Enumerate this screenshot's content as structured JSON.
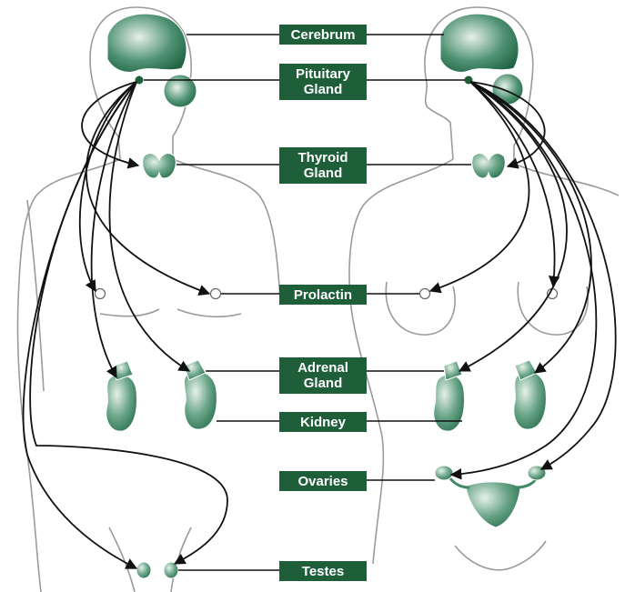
{
  "labels": {
    "cerebrum": "Cerebrum",
    "pituitary_line1": "Pituitary",
    "pituitary_line2": "Gland",
    "thyroid_line1": "Thyroid",
    "thyroid_line2": "Gland",
    "prolactin": "Prolactin",
    "adrenal_line1": "Adrenal",
    "adrenal_line2": "Gland",
    "kidney": "Kidney",
    "ovaries": "Ovaries",
    "testes": "Testes"
  },
  "colors": {
    "label_bg": "#1e5f3a",
    "label_text": "#ffffff",
    "organ_dark": "#2f7a55",
    "organ_light": "#e6f1ea",
    "outline": "#9a9a9a",
    "arrow": "#111111"
  },
  "figures": [
    "male",
    "female"
  ]
}
